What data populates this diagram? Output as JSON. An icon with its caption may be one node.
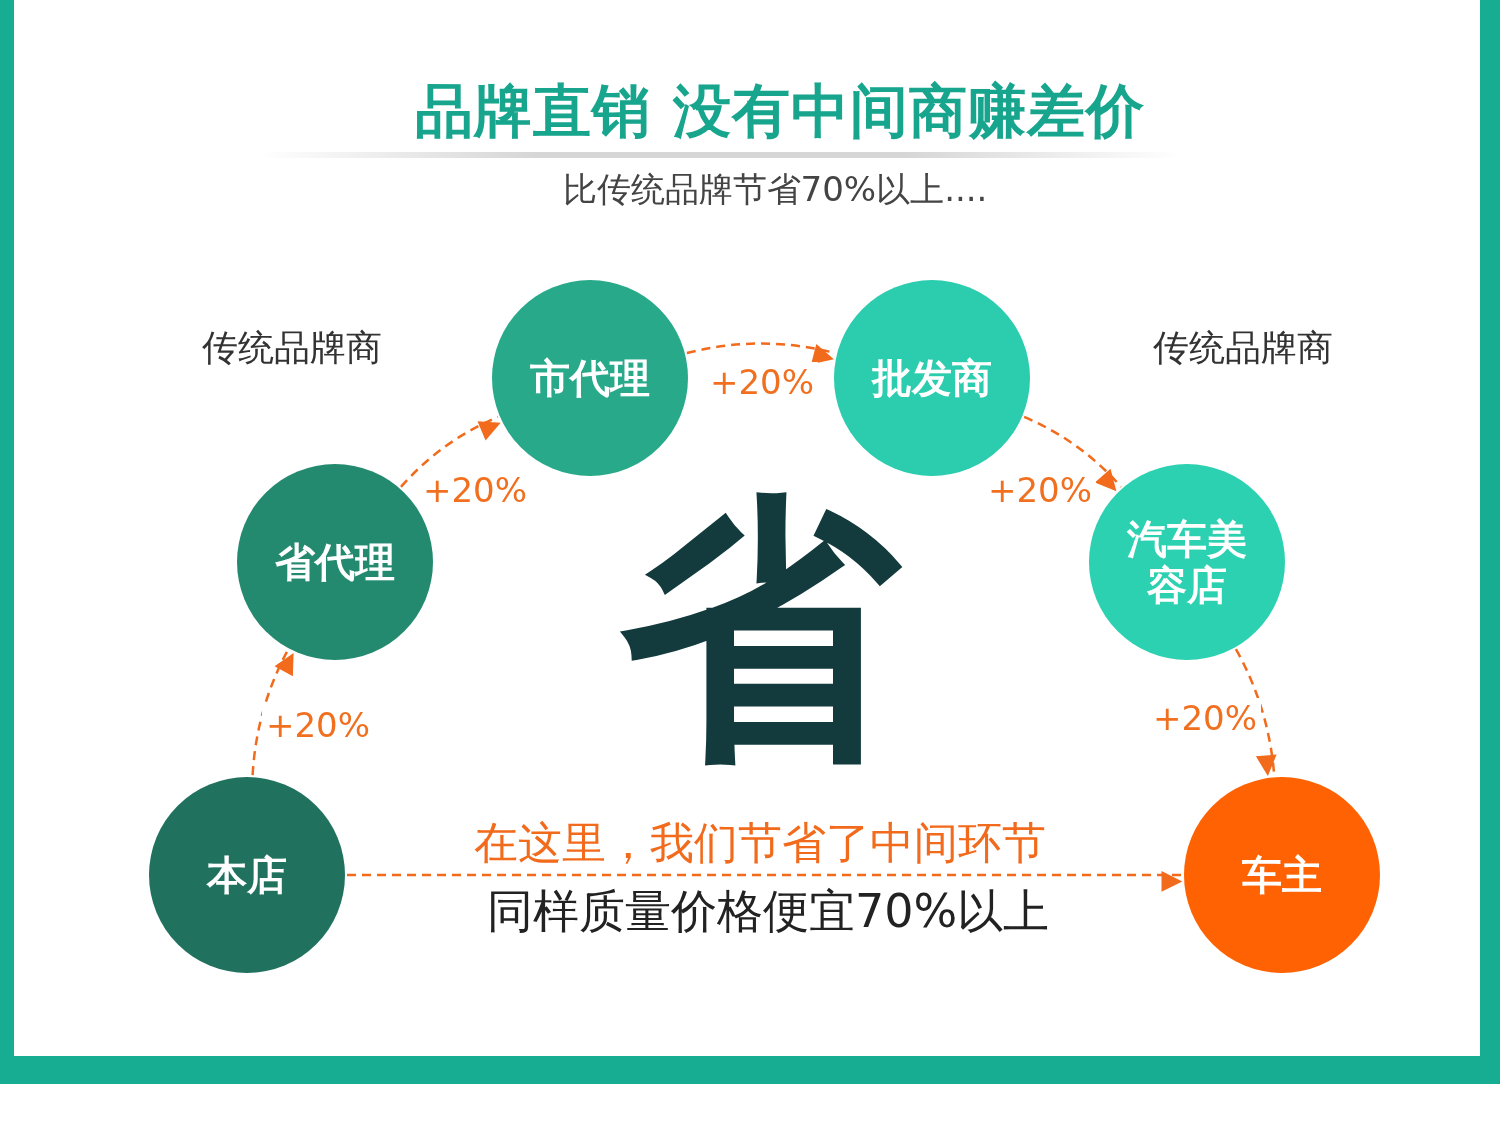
{
  "diagram": {
    "title": "品牌直销 没有中间商赚差价",
    "nodes": [
      {
        "text": [
          "本店"
        ]
      },
      {
        "text": [
          "省代理"
        ]
      },
      {
        "text": [
          "市代理"
        ]
      },
      {
        "text": [
          "批发商"
        ]
      },
      {
        "text": [
          "汽车美容店"
        ]
      },
      {
        "text": [
          "车主"
        ]
      }
    ],
    "edges": [
      {
        "from": 0,
        "to": 1,
        "arrow": "to",
        "label": "+20%",
        "style": "dashed"
      },
      {
        "from": 1,
        "to": 2,
        "arrow": "to",
        "label": "+20%",
        "style": "dashed"
      },
      {
        "from": 2,
        "to": 3,
        "arrow": "to",
        "label": "+20%",
        "style": "dashed"
      },
      {
        "from": 3,
        "to": 4,
        "arrow": "to",
        "label": "+20%",
        "style": "dashed"
      },
      {
        "from": 4,
        "to": 5,
        "arrow": "to",
        "label": "+20%",
        "style": "dashed"
      },
      {
        "from": 0,
        "to": 5,
        "arrow": "to",
        "label": "在这里，我们节省了中间环节",
        "style": "dashed"
      }
    ],
    "labels": [
      "比传统品牌节省70%以上....",
      "传统品牌商",
      "传统品牌商",
      "省",
      "同样质量价格便宜70%以上"
    ]
  }
}
